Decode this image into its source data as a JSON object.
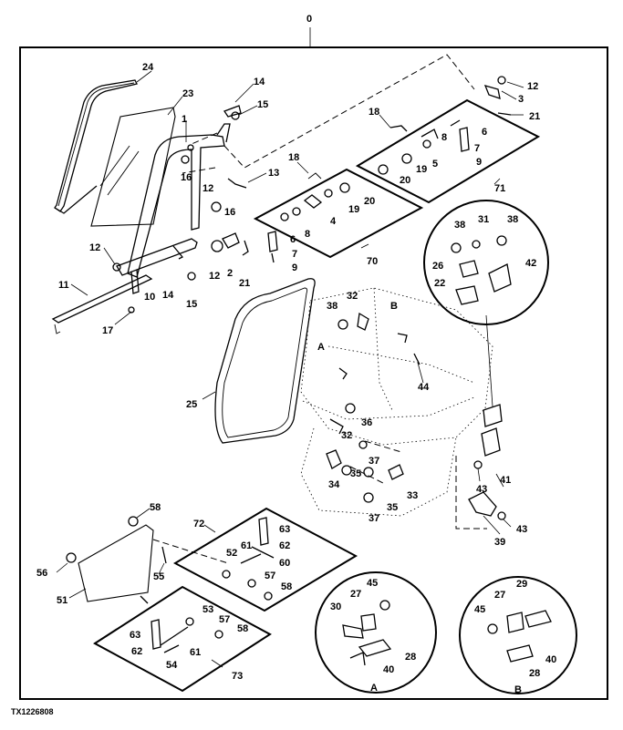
{
  "figure_id": "TX1226808",
  "assembly_callout": "0",
  "callouts": [
    "1",
    "2",
    "3",
    "4",
    "5",
    "6",
    "7",
    "8",
    "9",
    "10",
    "11",
    "12",
    "13",
    "14",
    "15",
    "16",
    "17",
    "18",
    "19",
    "20",
    "21",
    "22",
    "23",
    "24",
    "25",
    "26",
    "27",
    "28",
    "29",
    "30",
    "31",
    "32",
    "33",
    "34",
    "35",
    "36",
    "37",
    "38",
    "39",
    "40",
    "41",
    "42",
    "43",
    "44",
    "45",
    "51",
    "52",
    "53",
    "54",
    "55",
    "56",
    "57",
    "58",
    "60",
    "61",
    "62",
    "63",
    "70",
    "71",
    "72",
    "73"
  ],
  "detail_labels": {
    "A": "A",
    "B": "B"
  }
}
